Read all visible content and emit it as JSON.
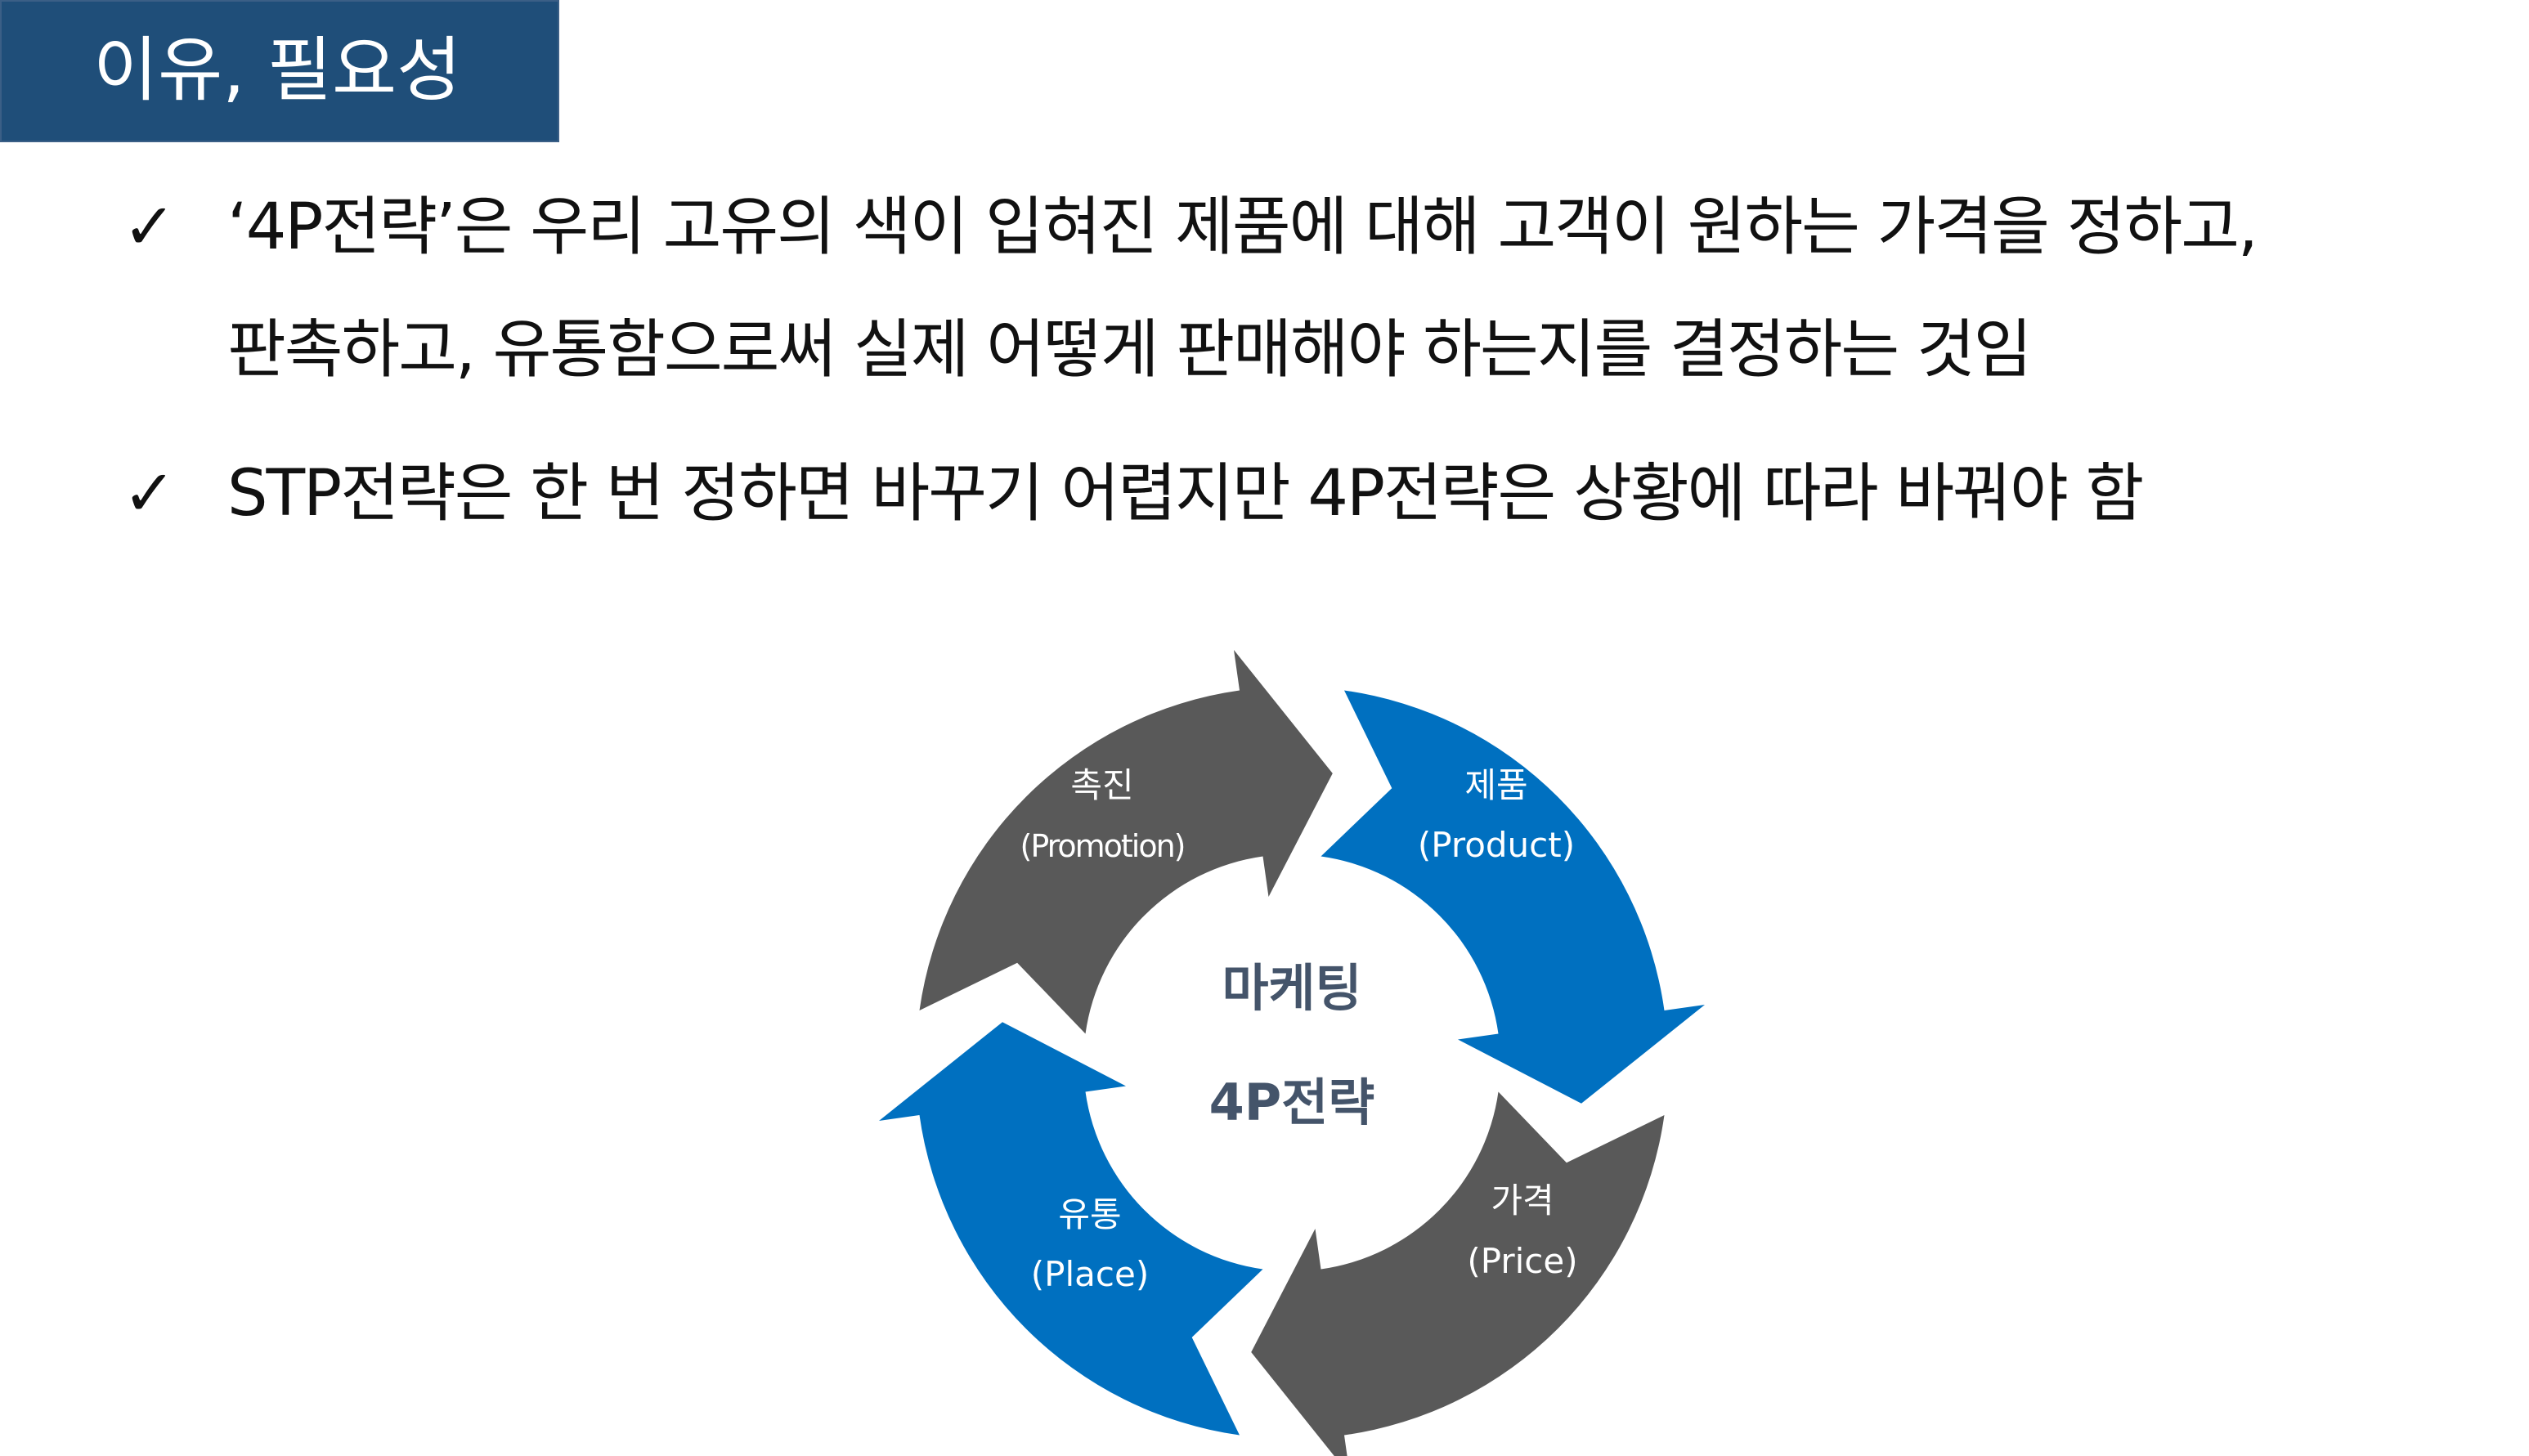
{
  "header": {
    "title": "이유, 필요성"
  },
  "bullets": [
    {
      "icon": "check-icon",
      "lines": [
        "‘4P전략’은 우리 고유의 색이 입혀진 제품에 대해 고객이 원하는 가격을 정하고,",
        "판촉하고, 유통함으로써 실제 어떻게 판매해야 하는지를 결정하는 것임"
      ]
    },
    {
      "icon": "check-icon",
      "lines": [
        "STP전략은 한 번 정하면 바꾸기 어렵지만 4P전략은 상황에 따라 바꿔야 함"
      ]
    }
  ],
  "diagram": {
    "center": {
      "line1": "마케팅",
      "line2": "4P전략"
    },
    "segments": {
      "product": {
        "label": "제품",
        "sublabel": "(Product)",
        "color": "#0070c0"
      },
      "price": {
        "label": "가격",
        "sublabel": "(Price)",
        "color": "#595959"
      },
      "place": {
        "label": "유통",
        "sublabel": "(Place)",
        "color": "#0070c0"
      },
      "promotion": {
        "label": "촉진",
        "sublabel": "(Promotion)",
        "color": "#595959"
      }
    },
    "center_text_color": "#44546a"
  },
  "colors": {
    "title_bg": "#1f4e79",
    "title_text": "#ffffff",
    "blue": "#0070c0",
    "gray": "#595959"
  }
}
